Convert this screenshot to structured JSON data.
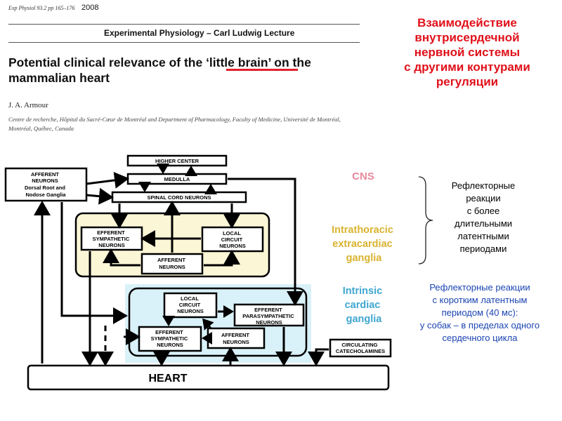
{
  "header": {
    "journal_ref": "Exp Physiol 93.2 pp 165–176",
    "year": "2008",
    "lecture": "Experimental Physiology – Carl Ludwig Lecture",
    "title": "Potential clinical relevance of the ‘little brain’ on the mammalian heart",
    "author": "J. A. Armour",
    "affiliation": "Centre de recherche, Hôpital du Sacré-Cœur de Montréal and Department of Pharmacology, Faculty of Medicine, Université de Montréal, Montréal, Québec, Canada"
  },
  "russian": {
    "title_lines": [
      "Взаимодействие",
      "внутрисердечной",
      "нервной системы",
      "с другими контурами",
      "регуляции"
    ],
    "long_reflex_lines": [
      "Рефлекторные",
      "реакции",
      "с более",
      "длительными",
      "латентными",
      "периодами"
    ],
    "short_reflex_lines": [
      "Рефлекторные реакции",
      "с коротким латентным",
      "периодом (40 мс):",
      "у собак – в пределах одного",
      "сердечного цикла"
    ]
  },
  "diagram": {
    "boxes": {
      "higher_center": [
        "HIGHER CENTER"
      ],
      "medulla": [
        "MEDULLA"
      ],
      "spinal_cord": [
        "SPINAL CORD NEURONS"
      ],
      "afferent_drg": [
        "AFFERENT",
        "NEURONS",
        "Dorsal Root and",
        "Nodose Ganglia"
      ],
      "efferent_symp_top": [
        "EFFERENT",
        "SYMPATHETIC",
        "NEURONS"
      ],
      "local_circuit_top": [
        "LOCAL",
        "CIRCUIT",
        "NEURONS"
      ],
      "afferent_mid": [
        "AFFERENT",
        "NEURONS"
      ],
      "local_circuit_bottom": [
        "LOCAL",
        "CIRCUIT",
        "NEURONS"
      ],
      "efferent_parasymp": [
        "EFFERENT",
        "PARASYMPATHETIC",
        "NEURONS"
      ],
      "efferent_symp_bottom": [
        "EFFERENT",
        "SYMPATHETIC",
        "NEURONS"
      ],
      "afferent_bottom": [
        "AFFERENT",
        "NEURONS"
      ],
      "circulating": [
        "CIRCULATING",
        "CATECHOLAMINES"
      ],
      "heart": [
        "HEART"
      ]
    },
    "region_labels": {
      "cns": [
        "CNS"
      ],
      "intrathoracic": [
        "Intrathoracic",
        "extracardiac",
        "ganglia"
      ],
      "intrinsic": [
        "Intrinsic",
        "cardiac",
        "ganglia"
      ]
    },
    "colors": {
      "title_red": "#e0101a",
      "blue_text": "#1b44b2",
      "cns_pink": "#e88a9c",
      "intrathoracic_fill": "#fbf6d6",
      "intrathoracic_text": "#d9b32e",
      "intrinsic_fill": "#d9f1f8",
      "intrinsic_text": "#3fa6d0"
    }
  }
}
